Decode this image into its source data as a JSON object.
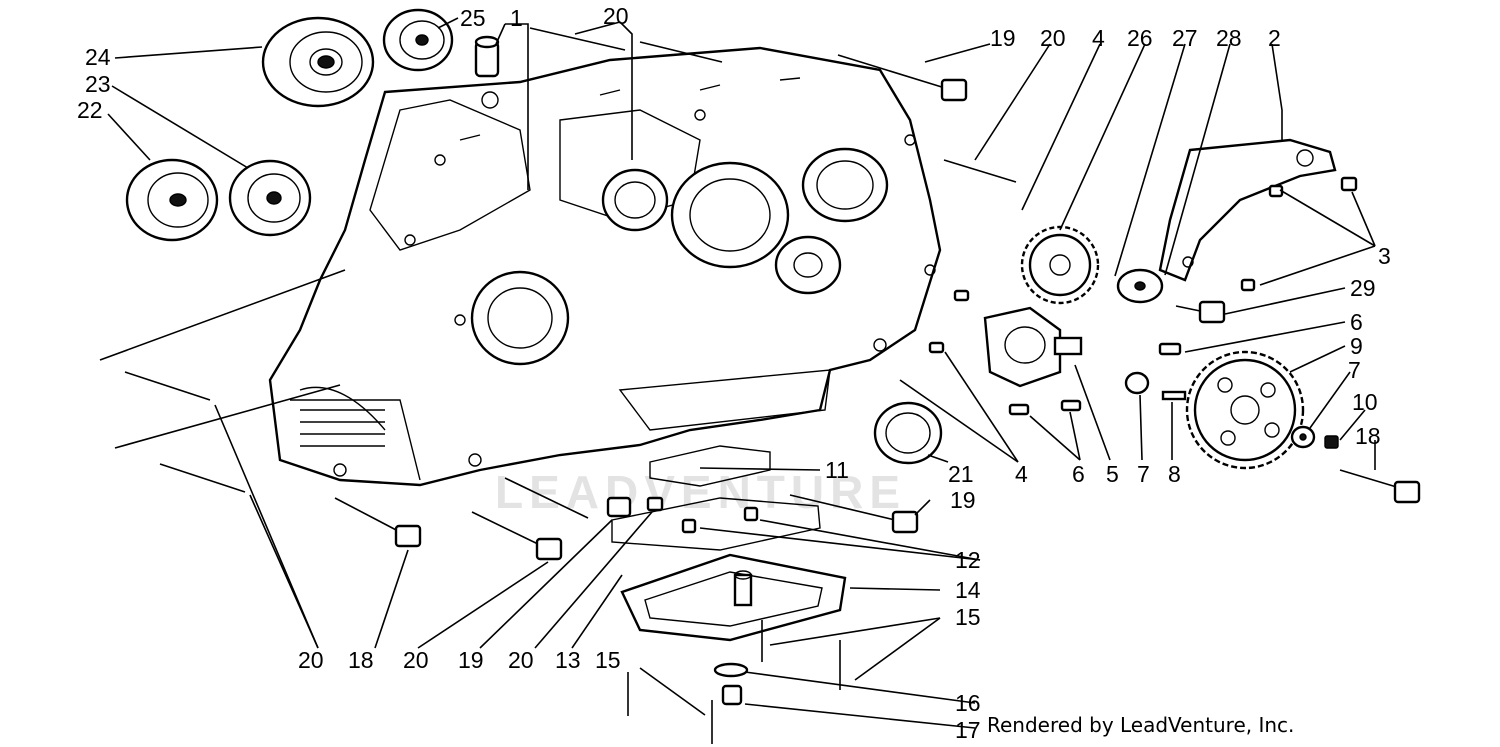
{
  "diagram": {
    "credit": "Rendered by LeadVenture, Inc.",
    "watermark": "LEADVENTURE",
    "callouts": [
      {
        "id": "c25",
        "text": "25"
      },
      {
        "id": "c1",
        "text": "1"
      },
      {
        "id": "c20top",
        "text": "20"
      },
      {
        "id": "c24",
        "text": "24"
      },
      {
        "id": "c23",
        "text": "23"
      },
      {
        "id": "c22",
        "text": "22"
      },
      {
        "id": "c19top",
        "text": "19"
      },
      {
        "id": "c20r",
        "text": "20"
      },
      {
        "id": "c4top",
        "text": "4"
      },
      {
        "id": "c26",
        "text": "26"
      },
      {
        "id": "c27",
        "text": "27"
      },
      {
        "id": "c28",
        "text": "28"
      },
      {
        "id": "c2",
        "text": "2"
      },
      {
        "id": "c3",
        "text": "3"
      },
      {
        "id": "c29",
        "text": "29"
      },
      {
        "id": "c6r",
        "text": "6"
      },
      {
        "id": "c9",
        "text": "9"
      },
      {
        "id": "c7r",
        "text": "7"
      },
      {
        "id": "c10",
        "text": "10"
      },
      {
        "id": "c18r",
        "text": "18"
      },
      {
        "id": "c4b",
        "text": "4"
      },
      {
        "id": "c6b",
        "text": "6"
      },
      {
        "id": "c5",
        "text": "5"
      },
      {
        "id": "c7b",
        "text": "7"
      },
      {
        "id": "c8",
        "text": "8"
      },
      {
        "id": "c21",
        "text": "21"
      },
      {
        "id": "c11",
        "text": "11"
      },
      {
        "id": "c19m",
        "text": "19"
      },
      {
        "id": "c12",
        "text": "12"
      },
      {
        "id": "c14",
        "text": "14"
      },
      {
        "id": "c15r",
        "text": "15"
      },
      {
        "id": "c16",
        "text": "16"
      },
      {
        "id": "c17",
        "text": "17"
      },
      {
        "id": "b20a",
        "text": "20"
      },
      {
        "id": "b18",
        "text": "18"
      },
      {
        "id": "b20b",
        "text": "20"
      },
      {
        "id": "b19",
        "text": "19"
      },
      {
        "id": "b20c",
        "text": "20"
      },
      {
        "id": "b13",
        "text": "13"
      },
      {
        "id": "b15",
        "text": "15"
      }
    ]
  }
}
